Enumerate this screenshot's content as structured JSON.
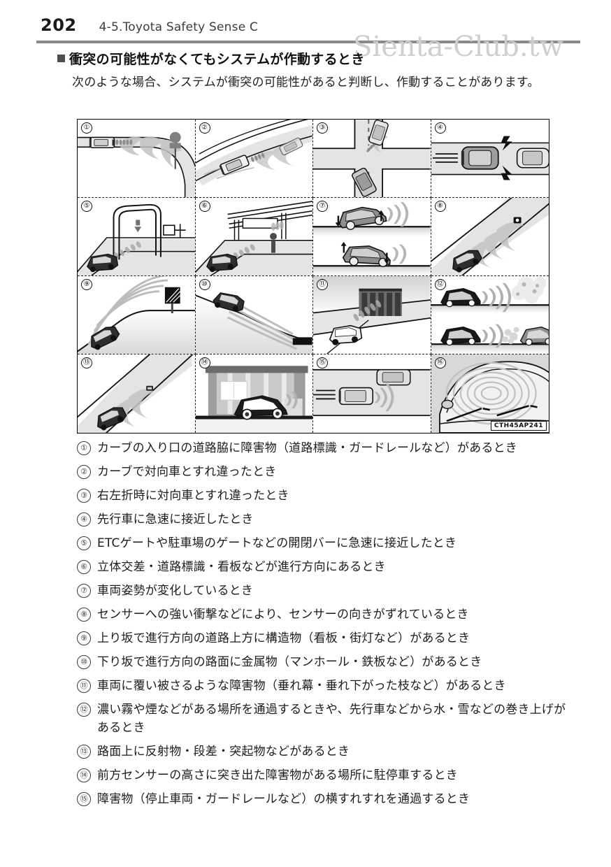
{
  "header": {
    "page_number": "202",
    "section_title": "4-5.Toyota Safety Sense C"
  },
  "watermark": "Sienta-Club.tw",
  "heading": {
    "text": "衝突の可能性がなくてもシステムが作動するとき"
  },
  "intro": "次のような場合、システムが衝突の可能性があると判断し、作動することがあります。",
  "figure": {
    "code": "CTH45AP241",
    "cells": [
      {
        "num": "①",
        "caption": "curve-roadside-obstacle"
      },
      {
        "num": "②",
        "caption": "curve-oncoming-vehicle"
      },
      {
        "num": "③",
        "caption": "intersection-turn-oncoming"
      },
      {
        "num": "④",
        "caption": "rapid-approach-lead-vehicle"
      },
      {
        "num": "⑤",
        "caption": "etc-gate-barrier"
      },
      {
        "num": "⑥",
        "caption": "overpass-sign-billboard"
      },
      {
        "num": "⑦",
        "caption": "vehicle-attitude-change"
      },
      {
        "num": "⑧",
        "caption": "sensor-misalignment"
      },
      {
        "num": "⑨",
        "caption": "uphill-overhead-structure"
      },
      {
        "num": "⑩",
        "caption": "downhill-metal-road-surface"
      },
      {
        "num": "⑪",
        "caption": "overhanging-obstacle"
      },
      {
        "num": "⑫",
        "caption": "fog-smoke-spray"
      },
      {
        "num": "⑬",
        "caption": "road-reflector-bump"
      },
      {
        "num": "⑭",
        "caption": "parking-protruding-obstacle"
      },
      {
        "num": "⑮",
        "caption": "passing-close-to-obstacle"
      },
      {
        "num": "⑯",
        "caption": "windshield-sensor-view"
      }
    ]
  },
  "descriptions": [
    {
      "marker": "①",
      "text": "カーブの入り口の道路脇に障害物（道路標識・ガードレールなど）があるとき"
    },
    {
      "marker": "②",
      "text": "カーブで対向車とすれ違ったとき"
    },
    {
      "marker": "③",
      "text": "右左折時に対向車とすれ違ったとき"
    },
    {
      "marker": "④",
      "text": "先行車に急速に接近したとき"
    },
    {
      "marker": "⑤",
      "text": "ETCゲートや駐車場のゲートなどの開閉バーに急速に接近したとき"
    },
    {
      "marker": "⑥",
      "text": "立体交差・道路標識・看板などが進行方向にあるとき"
    },
    {
      "marker": "⑦",
      "text": "車両姿勢が変化しているとき"
    },
    {
      "marker": "⑧",
      "text": "センサーへの強い衝撃などにより、センサーの向きがずれているとき"
    },
    {
      "marker": "⑨",
      "text": "上り坂で進行方向の道路上方に構造物（看板・街灯など）があるとき"
    },
    {
      "marker": "⑩",
      "text": "下り坂で進行方向の路面に金属物（マンホール・鉄板など）があるとき"
    },
    {
      "marker": "⑪",
      "text": "車両に覆い被さるような障害物（垂れ幕・垂れ下がった枝など）があるとき"
    },
    {
      "marker": "⑫",
      "text": "濃い霧や煙などがある場所を通過するときや、先行車などから水・雪などの巻き上げがあるとき"
    },
    {
      "marker": "⑬",
      "text": "路面上に反射物・段差・突起物などがあるとき"
    },
    {
      "marker": "⑭",
      "text": "前方センサーの高さに突き出た障害物がある場所に駐停車するとき"
    },
    {
      "marker": "⑮",
      "text": "障害物（停止車両・ガードレールなど）の横すれすれを通過するとき"
    }
  ],
  "colors": {
    "rule": "#8a8a8a",
    "watermark": "#cfcfcf",
    "text": "#1c1c1c",
    "road_fill": "#e2e2e2",
    "car_dark": "#2b2b2b",
    "wave": "#b0b0b0"
  }
}
